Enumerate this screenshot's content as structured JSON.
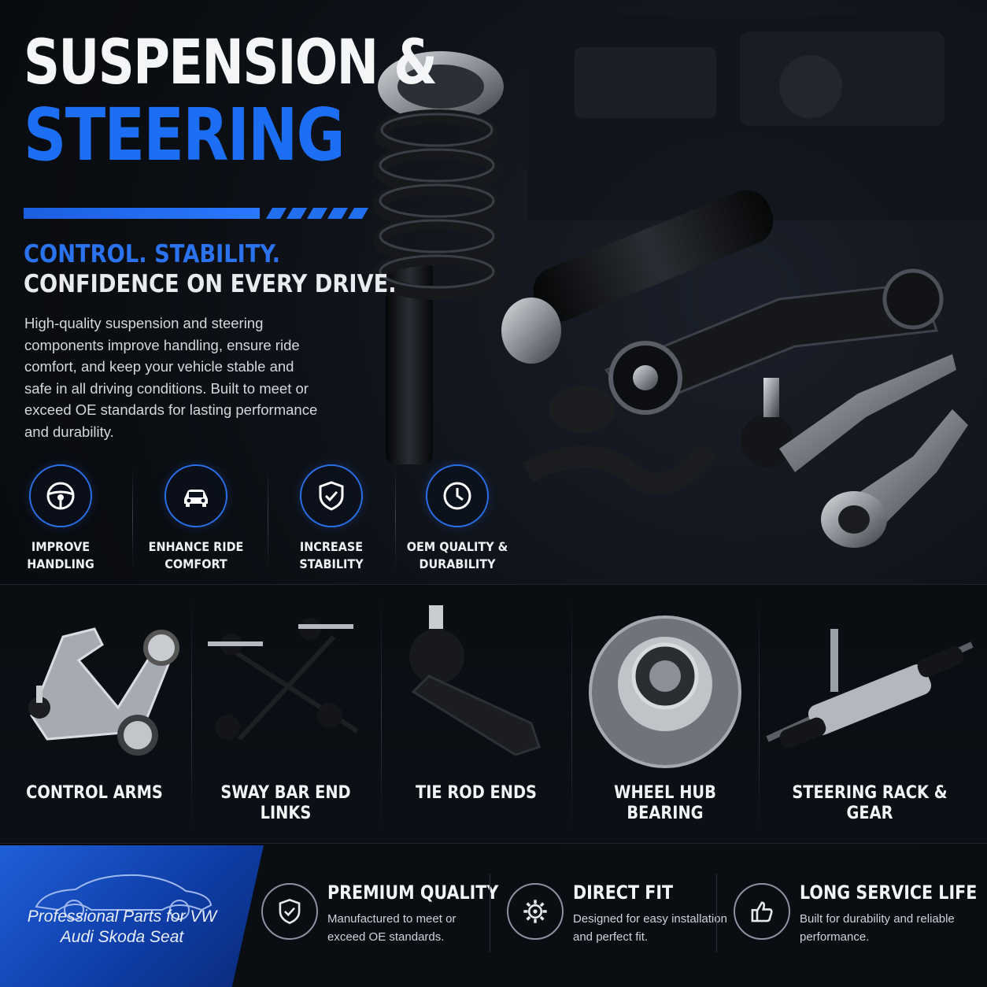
{
  "headline": {
    "line1": "SUSPENSION &",
    "line2": "STEERING"
  },
  "tagline": {
    "line1": "CONTROL. STABILITY.",
    "line2": "CONFIDENCE ON EVERY DRIVE."
  },
  "description": "High-quality suspension and steering components improve handling, ensure ride comfort, and keep your vehicle stable and safe in all driving conditions. Built to meet or exceed OE standards for lasting performance and durability.",
  "features": [
    {
      "label": "IMPROVE HANDLING",
      "icon": "steering-wheel-icon"
    },
    {
      "label": "ENHANCE RIDE COMFORT",
      "icon": "car-icon"
    },
    {
      "label": "INCREASE STABILITY",
      "icon": "shield-check-icon"
    },
    {
      "label": "OEM QUALITY & DURABILITY",
      "icon": "clock-icon"
    }
  ],
  "products": [
    {
      "label": "CONTROL ARMS"
    },
    {
      "label": "SWAY BAR END LINKS"
    },
    {
      "label": "TIE ROD ENDS"
    },
    {
      "label": "WHEEL HUB BEARING"
    },
    {
      "label": "STEERING RACK & GEAR"
    }
  ],
  "brand": {
    "text": "Professional Parts for VW Audi Skoda Seat"
  },
  "benefits": [
    {
      "title": "PREMIUM QUALITY",
      "desc": "Manufactured to meet or exceed OE standards.",
      "icon": "shield-check-icon"
    },
    {
      "title": "DIRECT FIT",
      "desc": "Designed for easy installation and perfect fit.",
      "icon": "gear-icon"
    },
    {
      "title": "LONG SERVICE LIFE",
      "desc": "Built for durability and reliable performance.",
      "icon": "thumbs-up-icon"
    }
  ],
  "colors": {
    "accent": "#1c6ff5",
    "background": "#07090d",
    "text": "#f4f5f7"
  }
}
